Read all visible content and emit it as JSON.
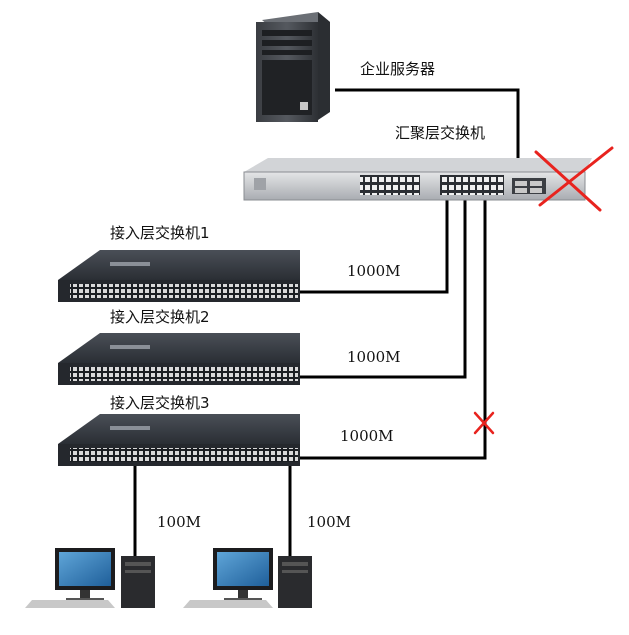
{
  "labels": {
    "server": "企业服务器",
    "aggregation": "汇聚层交换机",
    "access1": "接入层交换机1",
    "access2": "接入层交换机2",
    "access3": "接入层交换机3"
  },
  "links": {
    "uplink1": "1000M",
    "uplink2": "1000M",
    "uplink3": "1000M",
    "pc_left": "100M",
    "pc_right": "100M"
  },
  "colors": {
    "cable": "#000000",
    "fault_mark": "#e8231e",
    "switch_body": "#2b2f36",
    "aggregation_body": "#c9cbcf"
  },
  "faults": [
    "aggregation-uplink-ports",
    "access3-uplink"
  ]
}
